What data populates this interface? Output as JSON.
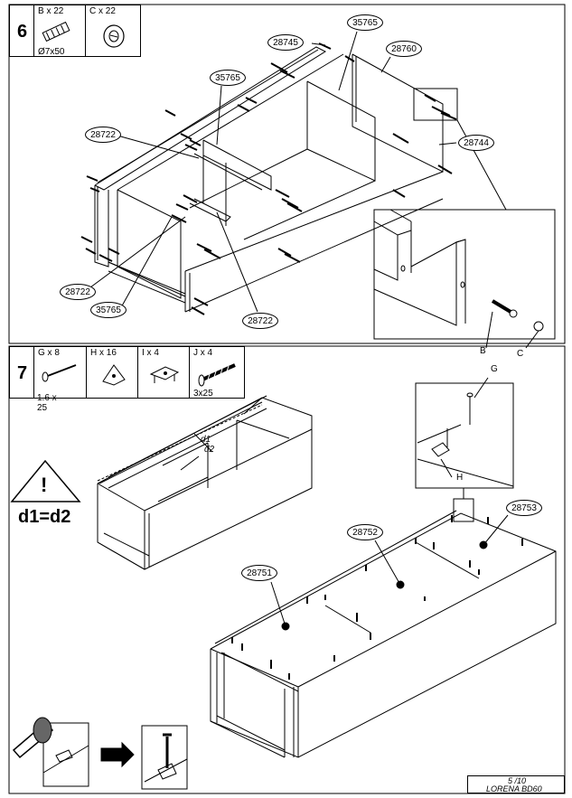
{
  "step6": {
    "number": "6",
    "parts": [
      {
        "code": "B x 22",
        "size": "Ø7x50",
        "icon": "dowel-icon"
      },
      {
        "code": "C x 22",
        "size": "",
        "icon": "cam-lock-icon"
      }
    ],
    "callouts": [
      "28745",
      "35765",
      "28760",
      "35765",
      "28722",
      "28744",
      "28722",
      "35765",
      "28722"
    ],
    "detail_labels": [
      "B",
      "C"
    ]
  },
  "step7": {
    "number": "7",
    "parts": [
      {
        "code": "G x 8",
        "size": "1.6 x",
        "size2": "25",
        "icon": "nail-icon"
      },
      {
        "code": "H x 16",
        "size": "",
        "icon": "corner-bracket-icon"
      },
      {
        "code": "I x 4",
        "size": "",
        "icon": "bracket-icon"
      },
      {
        "code": "J x 4",
        "size": "3x25",
        "icon": "screw-icon"
      }
    ],
    "warning": "d1=d2",
    "dim_labels": [
      "d1",
      "d2"
    ],
    "callouts": [
      "28753",
      "28752",
      "28751"
    ],
    "detail_labels": [
      "G",
      "H"
    ]
  },
  "footer": {
    "page": "5 /10",
    "product": "LORENA BD60"
  }
}
